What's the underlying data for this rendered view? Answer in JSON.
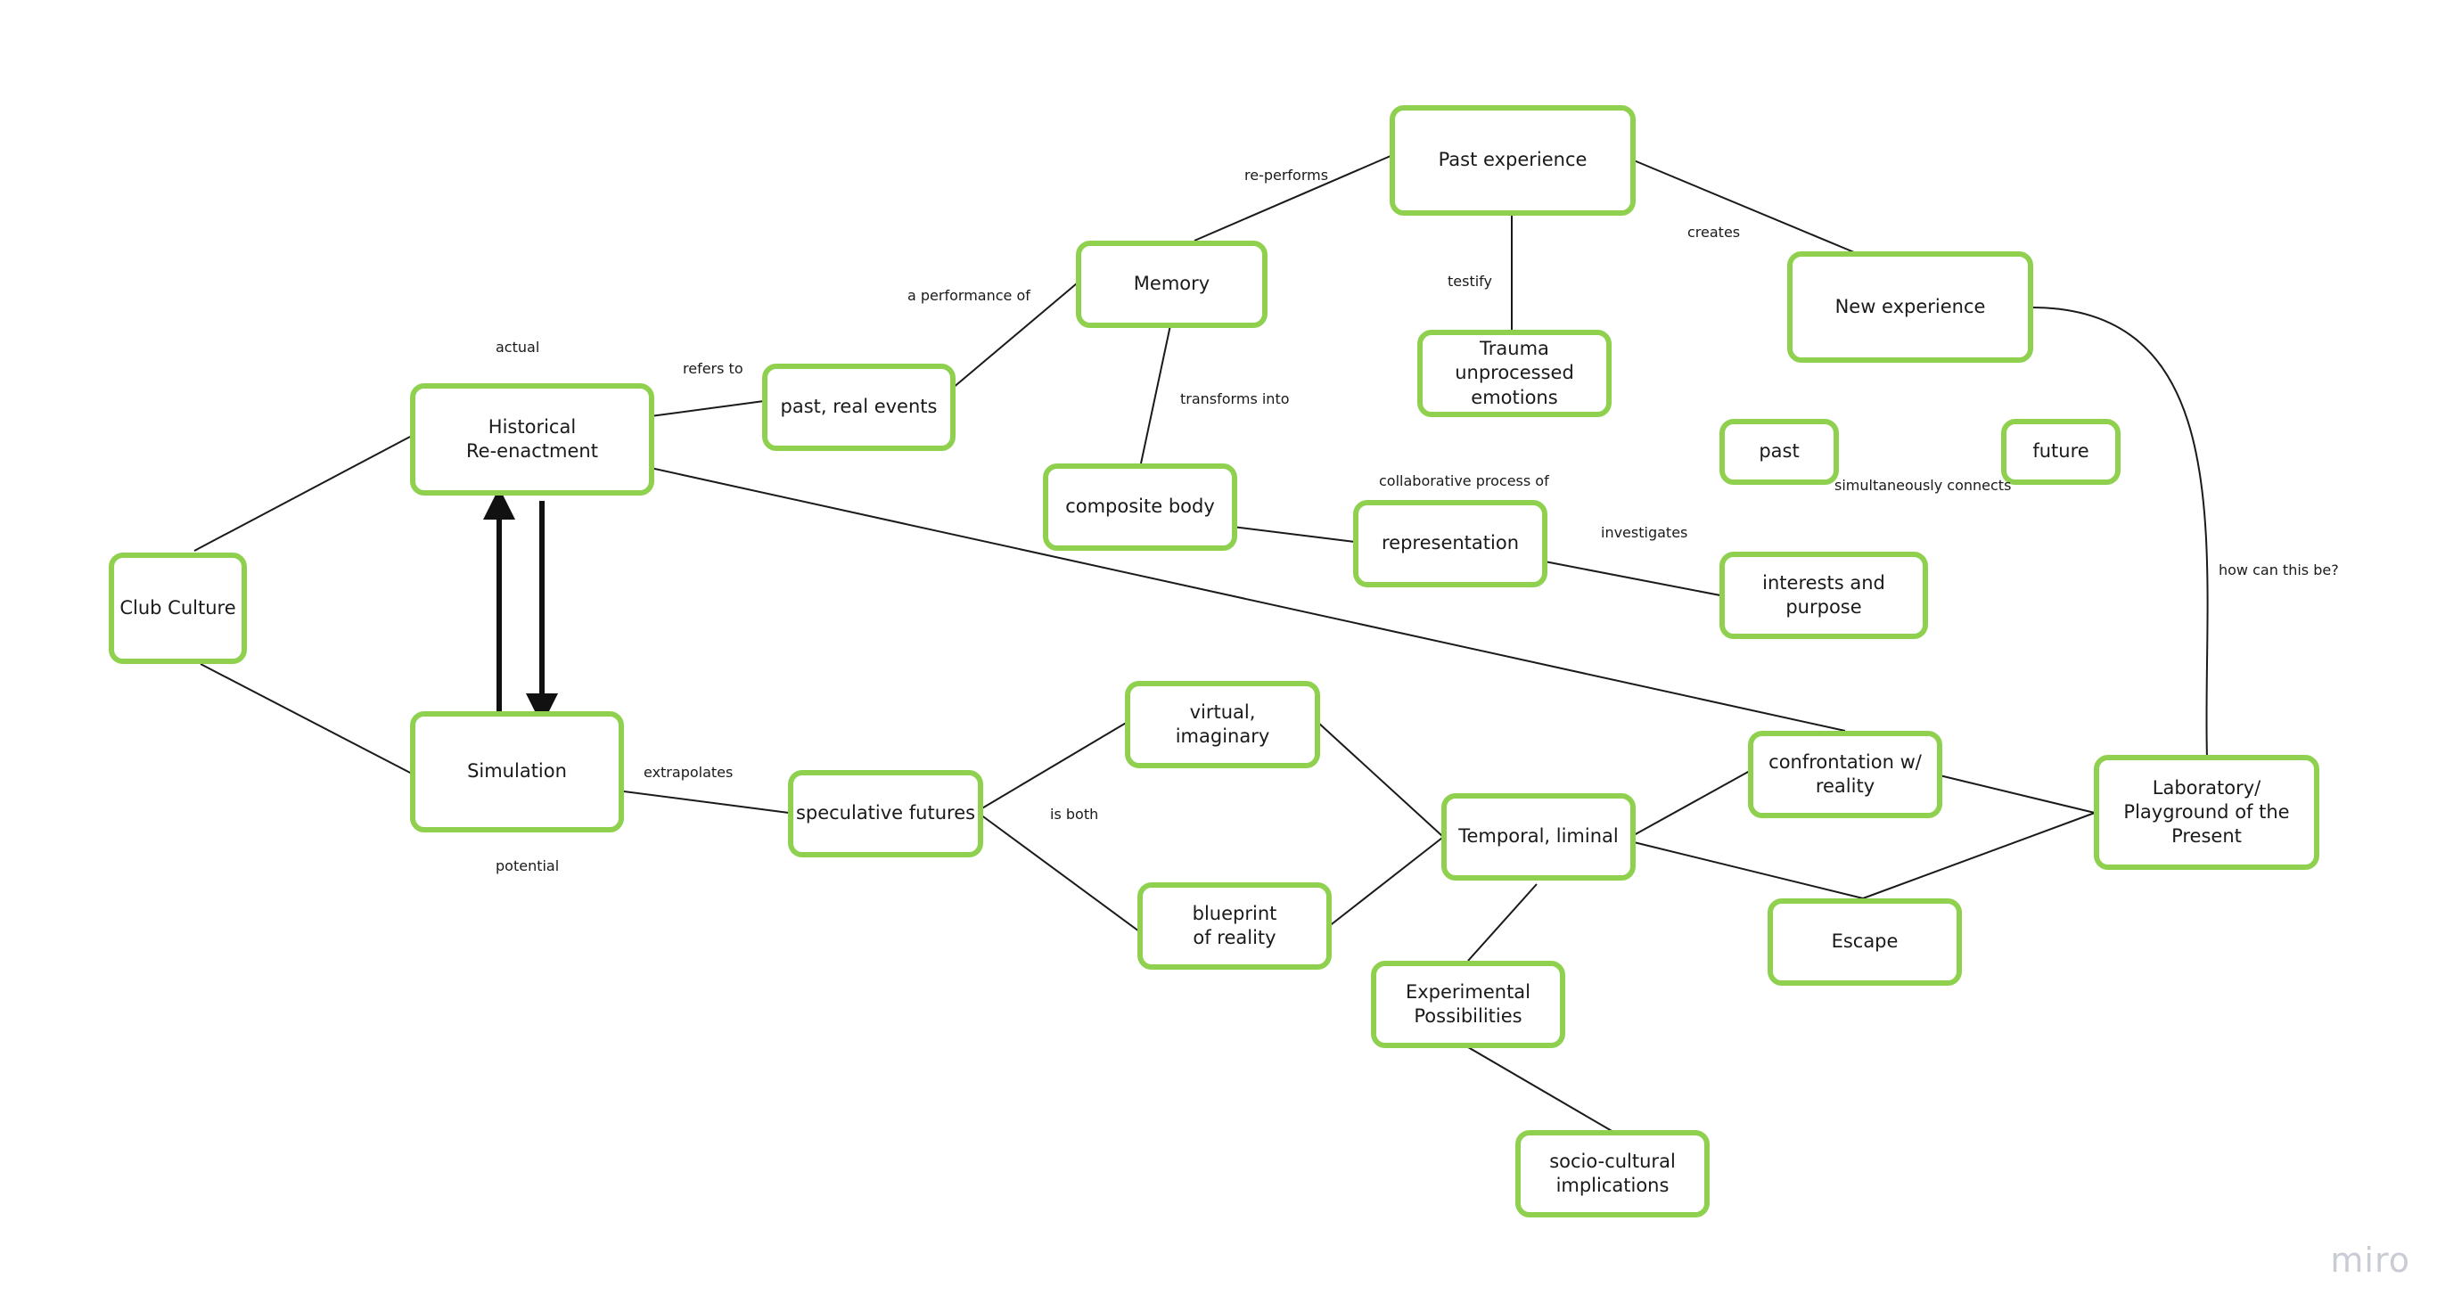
{
  "nodes": {
    "club_culture": "Club Culture",
    "historical_reenactment": "Historical\nRe-enactment",
    "simulation": "Simulation",
    "past_real_events": "past, real events",
    "memory": "Memory",
    "past_experience": "Past experience",
    "trauma": "Trauma\nunprocessed\nemotions",
    "new_experience": "New experience",
    "composite_body": "composite body",
    "representation": "representation",
    "past": "past",
    "future": "future",
    "interests_and_purpose": "interests and purpose",
    "speculative_futures": "speculative futures",
    "virtual_imaginary": "virtual,\nimaginary",
    "blueprint_of_reality": "blueprint\nof reality",
    "temporal_liminal": "Temporal, liminal",
    "confrontation_reality": "confrontation w/\nreality",
    "escape": "Escape",
    "laboratory": "Laboratory/\nPlayground of the\nPresent",
    "experimental_possibilities": "Experimental\nPossibilities",
    "socio_cultural": "socio-cultural\nimplications"
  },
  "labels": {
    "actual": "actual",
    "refers_to": "refers to",
    "a_performance_of": "a performance of",
    "re_performs": "re-performs",
    "testify": "testify",
    "creates": "creates",
    "transforms_into": "transforms into",
    "collaborative_process_of": "collaborative process of",
    "investigates": "investigates",
    "simultaneously_connects": "simultaneously connects",
    "how_can_this_be": "how can this be?",
    "extrapolates": "extrapolates",
    "potential": "potential",
    "is_both": "is both"
  },
  "branding": {
    "watermark": "miro"
  },
  "colors": {
    "node_border": "#8fd14f",
    "connector": "#1a1a1a",
    "watermark": "#c9ccd4"
  }
}
